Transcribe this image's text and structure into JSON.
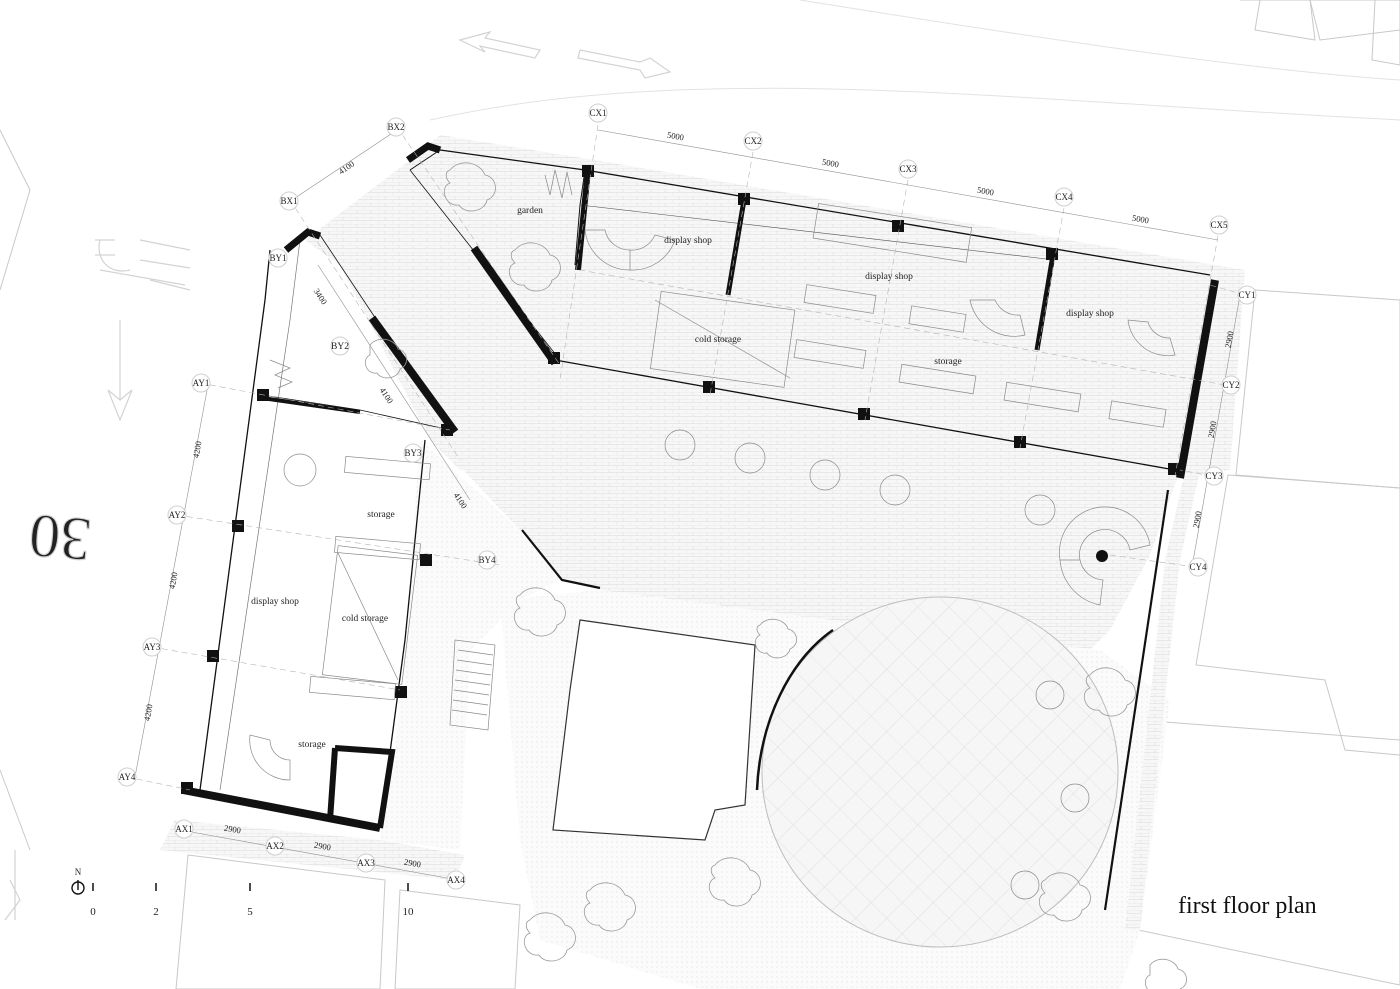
{
  "title": "first floor plan",
  "north": "N",
  "scale": [
    "0",
    "2",
    "5",
    "10"
  ],
  "grid": {
    "cx": [
      "CX1",
      "CX2",
      "CX3",
      "CX4",
      "CX5"
    ],
    "cy": [
      "CY1",
      "CY2",
      "CY3",
      "CY4"
    ],
    "bx": [
      "BX1",
      "BX2"
    ],
    "by": [
      "BY1",
      "BY2",
      "BY3",
      "BY4"
    ],
    "ay": [
      "AY1",
      "AY2",
      "AY3",
      "AY4"
    ],
    "ax": [
      "AX1",
      "AX2",
      "AX3",
      "AX4"
    ]
  },
  "dims": {
    "cx": [
      "5000",
      "5000",
      "5000",
      "5000"
    ],
    "cy": [
      "2900",
      "2900",
      "2900"
    ],
    "bx": "4100",
    "by": [
      "3400",
      "4100",
      "4100"
    ],
    "ay": [
      "4200",
      "4200",
      "4200"
    ],
    "ax": [
      "2900",
      "2900",
      "2900"
    ]
  },
  "rooms": {
    "garden": "garden",
    "display_shop_1": "display shop",
    "display_shop_2": "display shop",
    "display_shop_3": "display shop",
    "cold_storage_top": "cold storage",
    "storage_top": "storage",
    "by2": "BY2",
    "storage_mid": "storage",
    "display_shop_left": "display shop",
    "cold_storage_left": "cold storage",
    "storage_bottom": "storage"
  },
  "street_text": "30"
}
